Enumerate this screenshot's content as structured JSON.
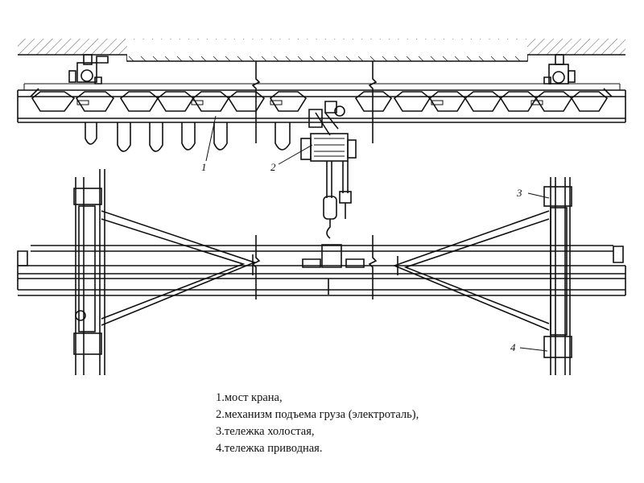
{
  "callouts": [
    "1",
    "2",
    "3",
    "4"
  ],
  "legend": [
    "1.мост крана,",
    "2.механизм подъема груза (электроталь),",
    "3.тележка холостая,",
    "4.тележка приводная."
  ]
}
